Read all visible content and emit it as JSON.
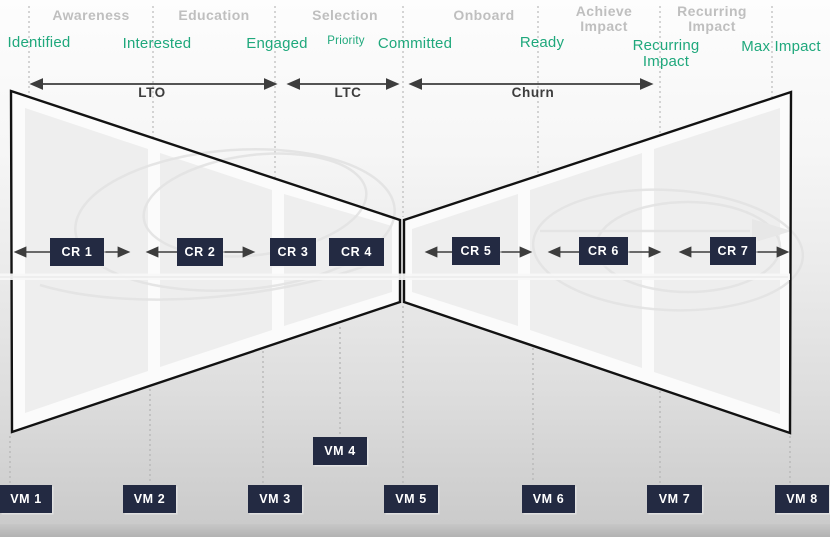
{
  "diagram": {
    "stages": [
      "Awareness",
      "Education",
      "Selection",
      "Onboard",
      "Achieve Impact",
      "Recurring Impact"
    ],
    "milestones": [
      "Identified",
      "Interested",
      "Engaged",
      "Priority",
      "Committed",
      "Ready",
      "Recurring Impact",
      "Max Impact"
    ],
    "phase_spans": [
      {
        "label": "LTO"
      },
      {
        "label": "LTC"
      },
      {
        "label": "Churn"
      }
    ],
    "conversion_points": [
      "CR 1",
      "CR 2",
      "CR 3",
      "CR 4",
      "CR 5",
      "CR 6",
      "CR 7"
    ],
    "value_moments": [
      "VM 1",
      "VM 2",
      "VM 3",
      "VM 4",
      "VM 5",
      "VM 6",
      "VM 7",
      "VM 8"
    ]
  },
  "colors": {
    "milestone_green": "#1fa87c",
    "stage_gray": "#bfbfbf",
    "box_navy": "#232a42",
    "arrow_dark": "#3d3d3d"
  }
}
